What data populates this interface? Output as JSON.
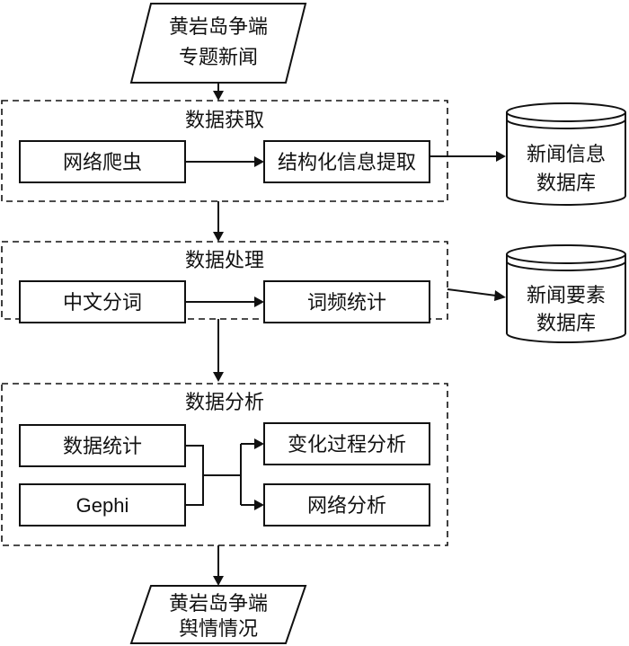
{
  "input": {
    "line1": "黄岩岛争端",
    "line2": "专题新闻"
  },
  "acquisition": {
    "title": "数据获取",
    "crawler": "网络爬虫",
    "extraction": "结构化信息提取"
  },
  "processing": {
    "title": "数据处理",
    "segmentation": "中文分词",
    "frequency": "词频统计"
  },
  "analysis": {
    "title": "数据分析",
    "statistics": "数据统计",
    "gephi": "Gephi",
    "change_process": "变化过程分析",
    "network": "网络分析"
  },
  "databases": {
    "news_info": {
      "line1": "新闻信息",
      "line2": "数据库"
    },
    "news_elements": {
      "line1": "新闻要素",
      "line2": "数据库"
    }
  },
  "output": {
    "line1": "黄岩岛争端",
    "line2": "舆情情况"
  }
}
